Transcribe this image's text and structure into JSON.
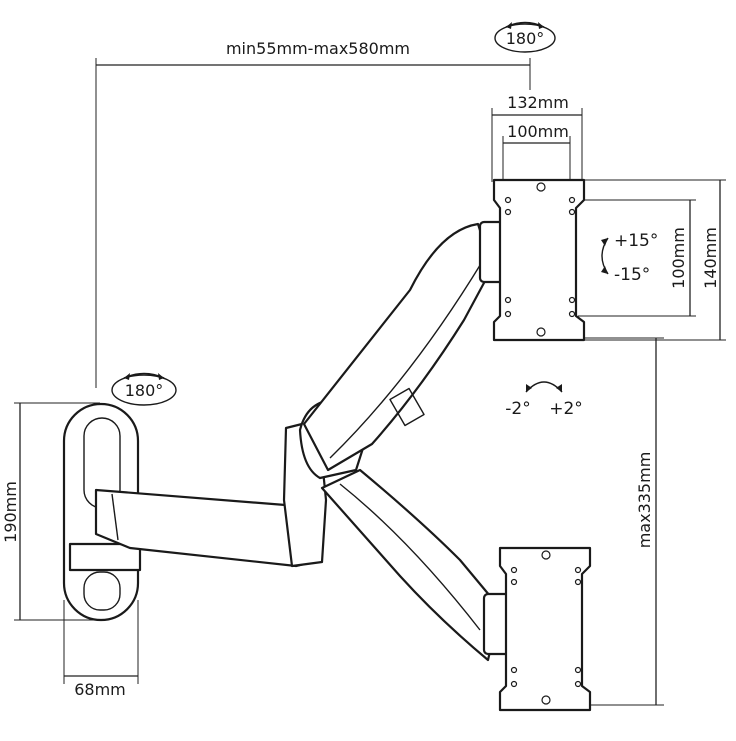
{
  "dimensions": {
    "reach_range": "min55mm-max580mm",
    "plate_width_outer": "132mm",
    "plate_width_inner": "100mm",
    "plate_height_outer": "140mm",
    "plate_height_inner": "100mm",
    "height_travel": "max335mm",
    "wall_plate_height": "190mm",
    "wall_plate_width": "68mm"
  },
  "rotation": {
    "top_swivel": "180°",
    "wall_swivel": "180°",
    "tilt_up": "+15°",
    "tilt_down": "-15°",
    "level_minus": "-2°",
    "level_plus": "+2°"
  }
}
